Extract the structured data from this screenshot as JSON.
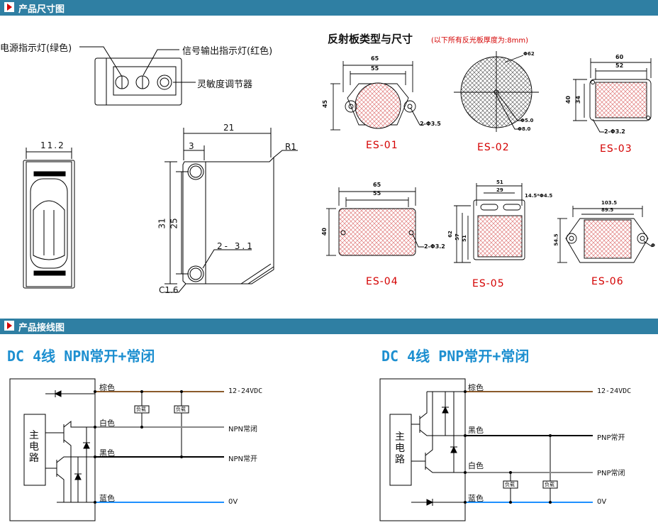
{
  "sections": {
    "dimensions_title": "产品尺寸图",
    "wiring_title": "产品接线图"
  },
  "sensor": {
    "power_led_label": "电源指示灯(绿色)",
    "signal_led_label": "信号输出指示灯(红色)",
    "sensitivity_label": "灵敏度调节器",
    "dim_width": "11.2",
    "dim_top": "21",
    "dim_radius": "R1",
    "dim_hole_offset": "3",
    "dim_height": "31",
    "dim_hole_spacing": "25",
    "dim_holes": "2- 3.1",
    "dim_chamfer": "C1.6"
  },
  "reflectors": {
    "title": "反射板类型与尺寸",
    "note": "(以下所有反光板厚度为:8mm)",
    "es01": {
      "name": "ES-01",
      "w_outer": "65",
      "w_inner": "55",
      "h": "45",
      "hole": "2-Φ3.5"
    },
    "es02": {
      "name": "ES-02",
      "d_outer": "Φ62",
      "d_mid": "Φ5.0",
      "d_inner": "Φ8.0"
    },
    "es03": {
      "name": "ES-03",
      "w_outer": "60",
      "w_inner": "52",
      "h_outer": "40",
      "h_inner": "34",
      "hole": "2-Φ3.2"
    },
    "es04": {
      "name": "ES-04",
      "w_outer": "65",
      "w_inner": "55",
      "h": "40",
      "hole": "2-Φ3.2"
    },
    "es05": {
      "name": "ES-05",
      "w_outer": "51",
      "w_inner": "29",
      "slot": "14.5*Φ4.5",
      "h1": "62",
      "h2": "57",
      "h3": "51"
    },
    "es06": {
      "name": "ES-06",
      "w_outer": "103.5",
      "w_inner": "89.5",
      "h": "54.5",
      "hole": "Φ"
    }
  },
  "wiring": {
    "npn": {
      "title": "DC 4线 NPN常开+常闭",
      "main_circuit": "主电路",
      "wire_brown": "棕色",
      "wire_white": "白色",
      "wire_black": "黑色",
      "wire_blue": "蓝色",
      "supply": "12-24VDC",
      "out1": "NPN常闭",
      "out2": "NPN常开",
      "zero": "0V",
      "load": "负载"
    },
    "pnp": {
      "title": "DC 4线 PNP常开+常闭",
      "main_circuit": "主电路",
      "wire_brown": "棕色",
      "wire_black": "黑色",
      "wire_white": "白色",
      "wire_blue": "蓝色",
      "supply": "12-24VDC",
      "out1": "PNP常开",
      "out2": "PNP常闭",
      "zero": "0V",
      "load": "负载"
    }
  },
  "colors": {
    "header": "#2f7fa3",
    "title_blue": "#1d8fd0",
    "brown": "#8b5a2b",
    "blue_wire": "#1e90ff",
    "red": "#d40000"
  }
}
